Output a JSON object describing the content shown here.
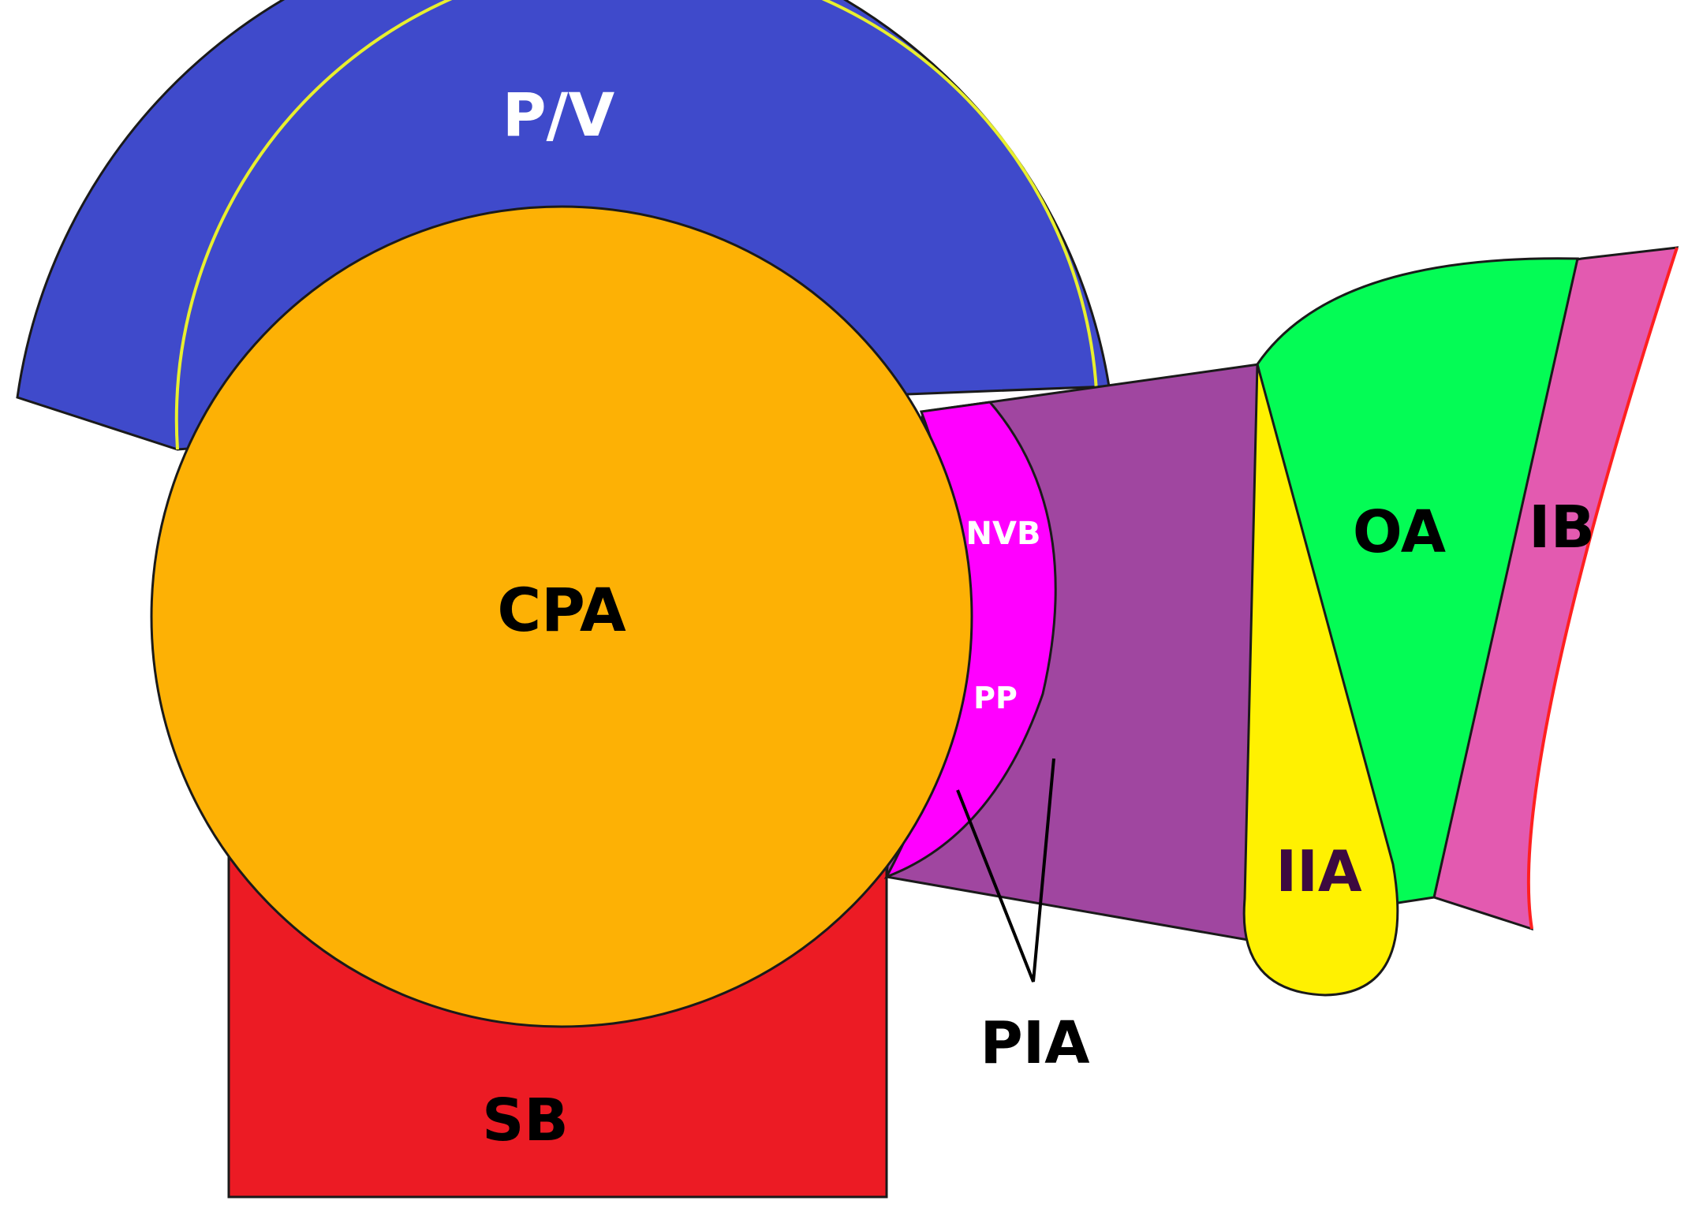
{
  "diagram": {
    "labels": {
      "pv": "P/V",
      "cpa": "CPA",
      "sb": "SB",
      "nvb": "NVB",
      "pp": "PP",
      "pia": "PIA",
      "oa": "OA",
      "iia": "IIA",
      "ib": "IB"
    },
    "colors": {
      "pv": "#3f4acb",
      "pv_edge": "#e8ef2e",
      "cpa": "#fdb105",
      "sb": "#ec1b24",
      "pp_nvb": "#ff00ff",
      "pia": "#a046a0",
      "oa": "#04fc55",
      "iia": "#fff101",
      "ib": "#e35ab0",
      "ib_edge": "#ff2020",
      "outline": "#2a1a10",
      "label_dark": "#000000",
      "label_light": "#ffffff",
      "label_iia": "#3d0a40"
    }
  }
}
